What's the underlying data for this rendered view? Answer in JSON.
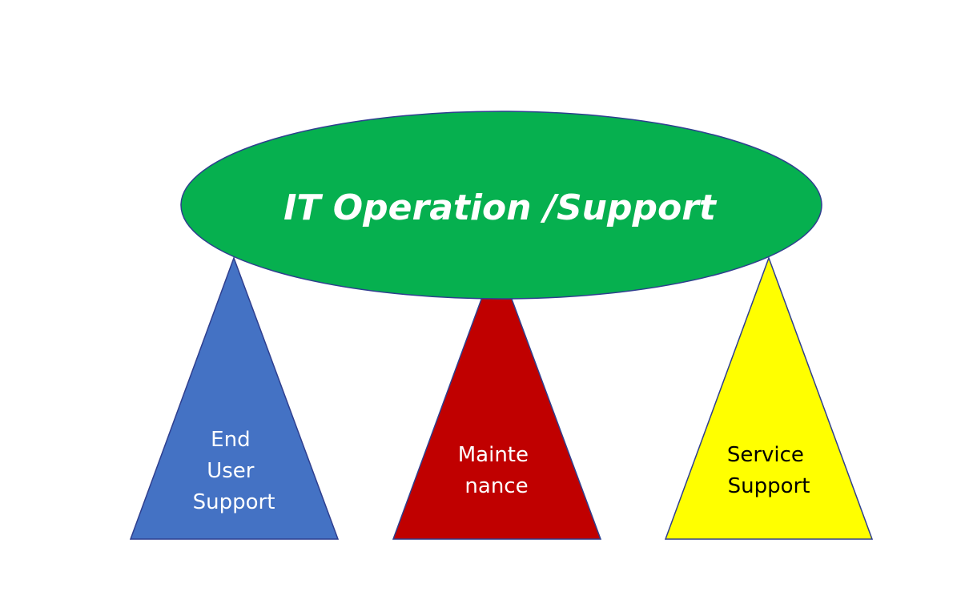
{
  "title": {
    "label": "IT Operation /Support",
    "fill": "#06b04f",
    "text_color": "#ffffff"
  },
  "pillars": [
    {
      "id": "end-user-support",
      "lines": [
        "End",
        "User",
        "Support"
      ],
      "fill": "#4472c4",
      "text_color": "#ffffff"
    },
    {
      "id": "maintenance",
      "lines": [
        "Mainte",
        "nance"
      ],
      "fill": "#c00000",
      "text_color": "#ffffff"
    },
    {
      "id": "service-support",
      "lines": [
        "Service",
        "Support"
      ],
      "fill": "#ffff00",
      "text_color": "#000000"
    }
  ],
  "outline_color": "#2f3f8f"
}
